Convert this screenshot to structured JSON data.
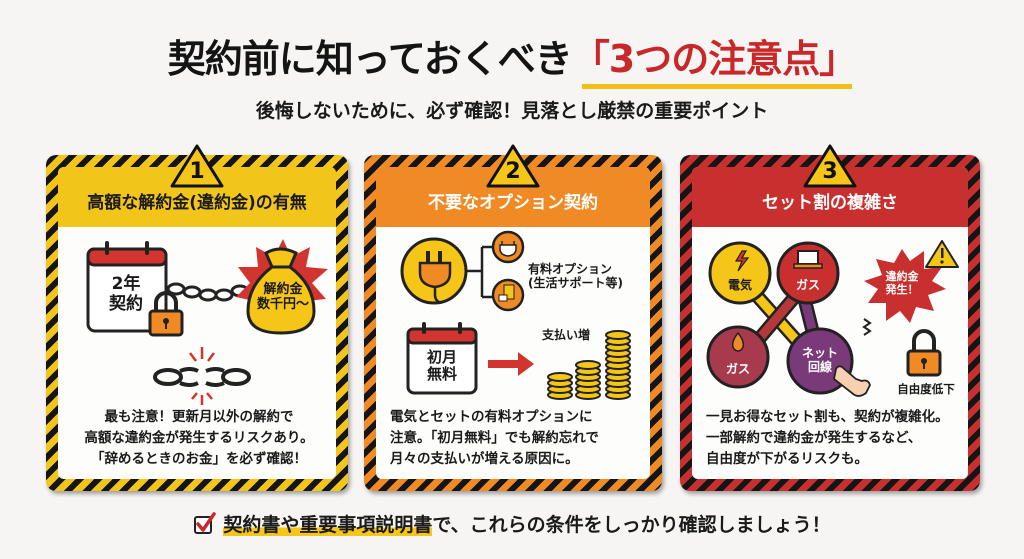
{
  "header": {
    "title_main": "契約前に知っておくべき",
    "title_accent": "「3つの注意点」",
    "subtitle": "後悔しないために、必ず確認！見落とし厳禁の重要ポイント"
  },
  "colors": {
    "yellow": "#f2c51a",
    "orange": "#ef8a25",
    "red": "#c83030",
    "accent_text": "#c8282a",
    "stripe_dark": "#151515"
  },
  "cards": [
    {
      "number": "1",
      "title": "高額な解約金(違約金)の有無",
      "illustration": {
        "calendar_text": [
          "2年",
          "契約"
        ],
        "bag_text": [
          "解約金",
          "数千円～"
        ],
        "icons": [
          "calendar-icon",
          "lock-icon",
          "chain-icon",
          "money-bag-icon",
          "broken-chain-icon"
        ]
      },
      "description": [
        "最も注意！更新月以外の解約で",
        "高額な違約金が発生するリスクあり。",
        "「辞めるときのお金」を必ず確認！"
      ]
    },
    {
      "number": "2",
      "title": "不要なオプション契約",
      "illustration": {
        "option_label": [
          "有料オプション",
          "(生活サポート等)"
        ],
        "calendar_text": [
          "初月",
          "無料"
        ],
        "pay_label": "支払い増",
        "icons": [
          "plug-icon",
          "calendar-icon",
          "arrow-right-icon",
          "coins-icon"
        ]
      },
      "description": [
        "電気とセットの有料オプションに",
        "注意。「初月無料」でも解約忘れで",
        "月々の支払いが増える原因に。"
      ]
    },
    {
      "number": "3",
      "title": "セット割の複雑さ",
      "illustration": {
        "bubbles": [
          "電気",
          "ガス",
          "ガス",
          "ネット回線"
        ],
        "burst_text": [
          "違約金",
          "発生！"
        ],
        "lock_label": "自由度低下",
        "icons": [
          "lightning-icon",
          "laptop-icon",
          "flame-icon",
          "hand-pointer-icon",
          "lock-icon",
          "warning-icon"
        ]
      },
      "description": [
        "一見お得なセット割も、契約が複雑化。",
        "一部解約で違約金が発生するなど、",
        "自由度が下がるリスクも。"
      ]
    }
  ],
  "footer": {
    "highlight": "契約書や重要事項説明書",
    "rest": "で、これらの条件をしっかり確認しましょう！"
  }
}
